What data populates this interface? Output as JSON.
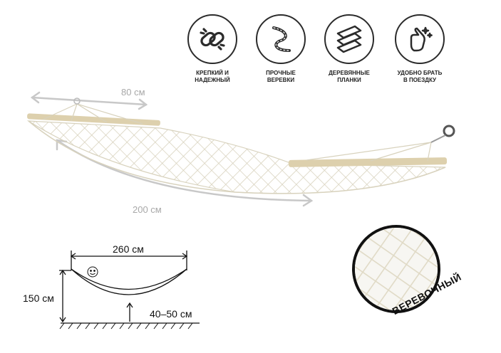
{
  "features": [
    {
      "label": "КРЕПКИЙ И\nНАДЕЖНЫЙ",
      "icon": "chain-link-icon"
    },
    {
      "label": "ПРОЧНЫЕ\nВЕРЕВКИ",
      "icon": "rope-icon"
    },
    {
      "label": "ДЕРЕВЯННЫЕ\nПЛАНКИ",
      "icon": "wood-planks-icon"
    },
    {
      "label": "УДОБНО БРАТЬ\nВ ПОЕЗДКУ",
      "icon": "hand-sparkle-icon"
    }
  ],
  "dimensions": {
    "width": "80 см",
    "length": "200 см"
  },
  "diagram": {
    "span": "260 см",
    "height": "150 см",
    "sag": "40–50 см"
  },
  "badge": {
    "text": "ВЕРЕВОЧНЫЙ"
  },
  "colors": {
    "rope": "#e6e1cf",
    "wood": "#d9cba6",
    "arrow": "#c8c8c8",
    "icon": "#2b2b2b"
  }
}
